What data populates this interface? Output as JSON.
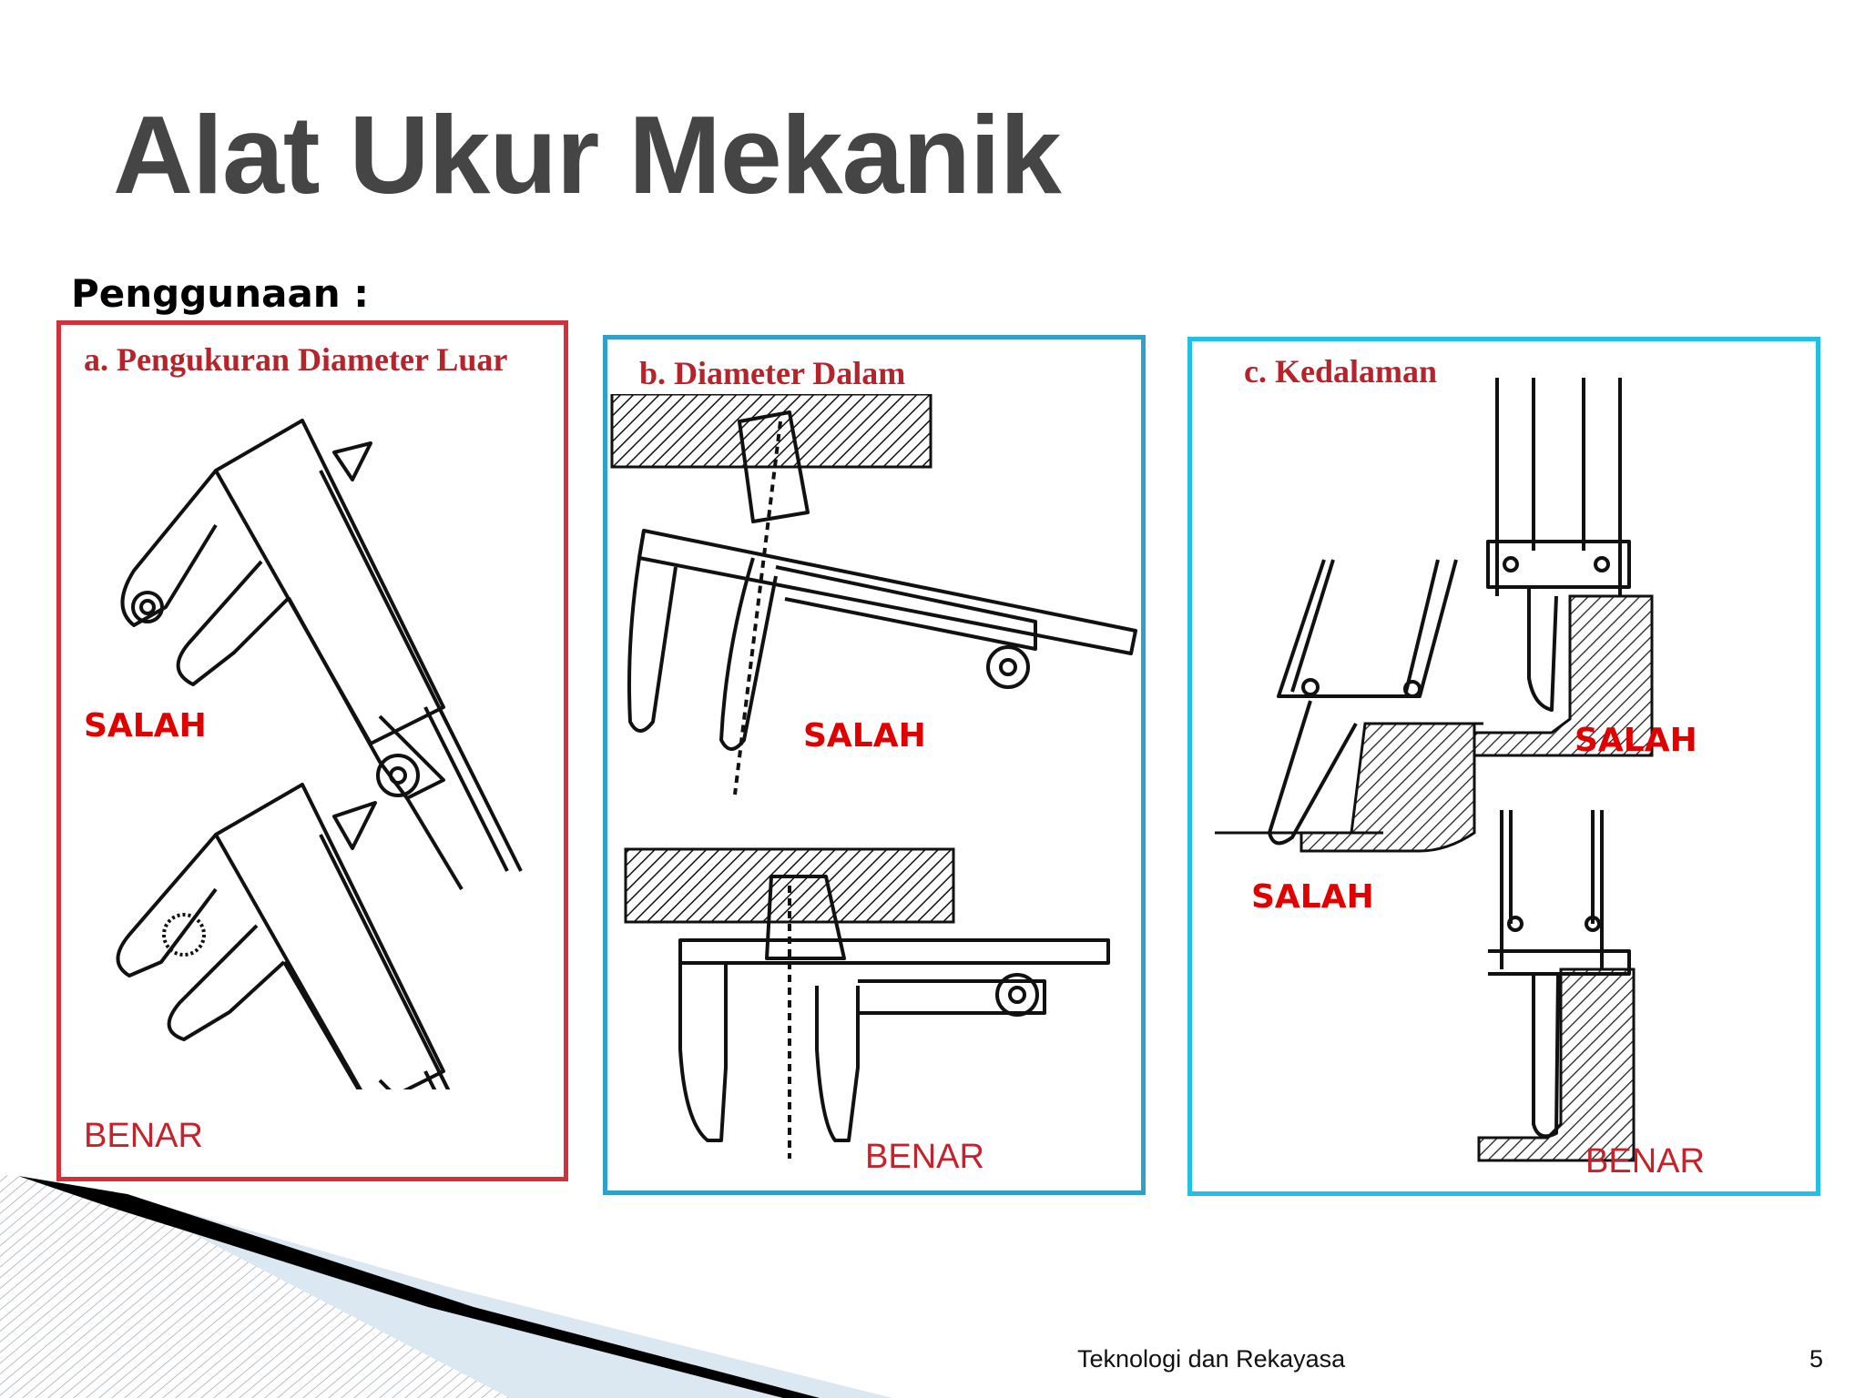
{
  "slide": {
    "title": "Alat Ukur Mekanik",
    "subtitle": "Penggunaan :",
    "footer_text": "Teknologi dan Rekayasa",
    "page_number": "5"
  },
  "panels": [
    {
      "title": "a. Pengukuran Diameter Luar",
      "labels": [
        "SALAH",
        "BENAR"
      ]
    },
    {
      "title": "b. Diameter Dalam",
      "labels": [
        "SALAH",
        "BENAR"
      ]
    },
    {
      "title": "c. Kedalaman",
      "labels": [
        "SALAH",
        "SALAH",
        "BENAR"
      ]
    }
  ],
  "colors": {
    "title_gray": "#454545",
    "panel_a_border": "#d4303a",
    "panel_b_border": "#2fa0c8",
    "panel_c_border": "#22c0e8",
    "label_red": "#e00000"
  }
}
